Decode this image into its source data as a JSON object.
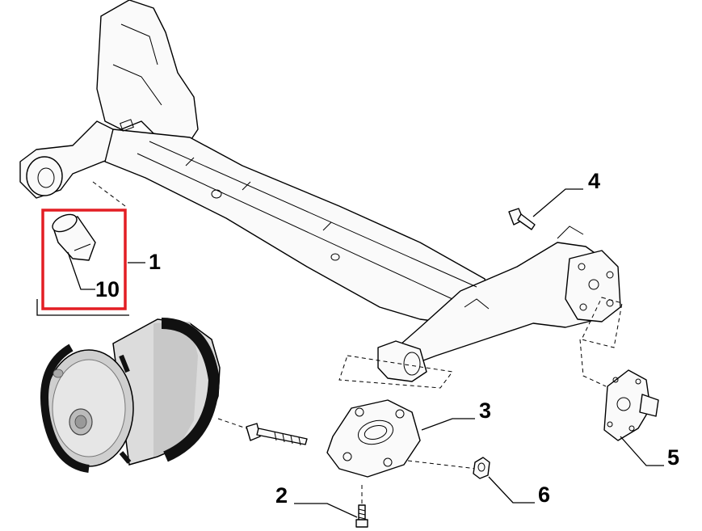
{
  "diagram": {
    "callouts": [
      {
        "id": "1",
        "text": "1"
      },
      {
        "id": "2",
        "text": "2"
      },
      {
        "id": "3",
        "text": "3"
      },
      {
        "id": "4",
        "text": "4"
      },
      {
        "id": "5",
        "text": "5"
      },
      {
        "id": "6",
        "text": "6"
      },
      {
        "id": "10",
        "text": "10"
      }
    ],
    "highlight_color": "#e31e24"
  }
}
